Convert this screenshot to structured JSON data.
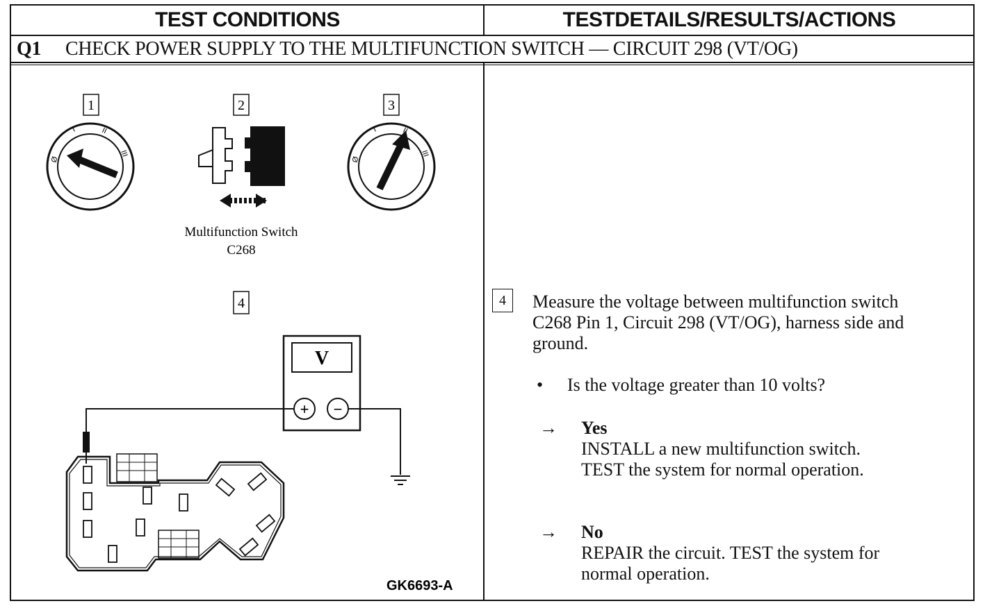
{
  "header": {
    "left_title": "TEST CONDITIONS",
    "right_title": "TESTDETAILS/RESULTS/ACTIONS"
  },
  "step": {
    "number": "Q1",
    "title": "CHECK POWER SUPPLY TO THE MULTIFUNCTION SWITCH — CIRCUIT 298 (VT/OG)"
  },
  "diagram": {
    "callouts": [
      "1",
      "2",
      "3",
      "4"
    ],
    "switch_label_line1": "Multifunction Switch",
    "switch_label_line2": "C268",
    "meter_label": "V",
    "plus_label": "+",
    "minus_label": "−",
    "figure_id": "GK6693-A",
    "ignition_positions": [
      "Ø",
      "I",
      "II",
      "III"
    ]
  },
  "details": {
    "step_ref": "4",
    "measure_line1": "Measure the voltage between multifunction switch",
    "measure_line2": "C268 Pin 1, Circuit 298 (VT/OG), harness side and",
    "measure_line3": "ground.",
    "bullet": "•",
    "question": "Is the voltage greater than 10 volts?",
    "arrow": "→",
    "yes": {
      "label": "Yes",
      "line1": "INSTALL a new multifunction switch.",
      "line2": "TEST the system for normal operation."
    },
    "no": {
      "label": "No",
      "line1": "REPAIR the circuit. TEST the system for",
      "line2": "normal operation."
    }
  }
}
